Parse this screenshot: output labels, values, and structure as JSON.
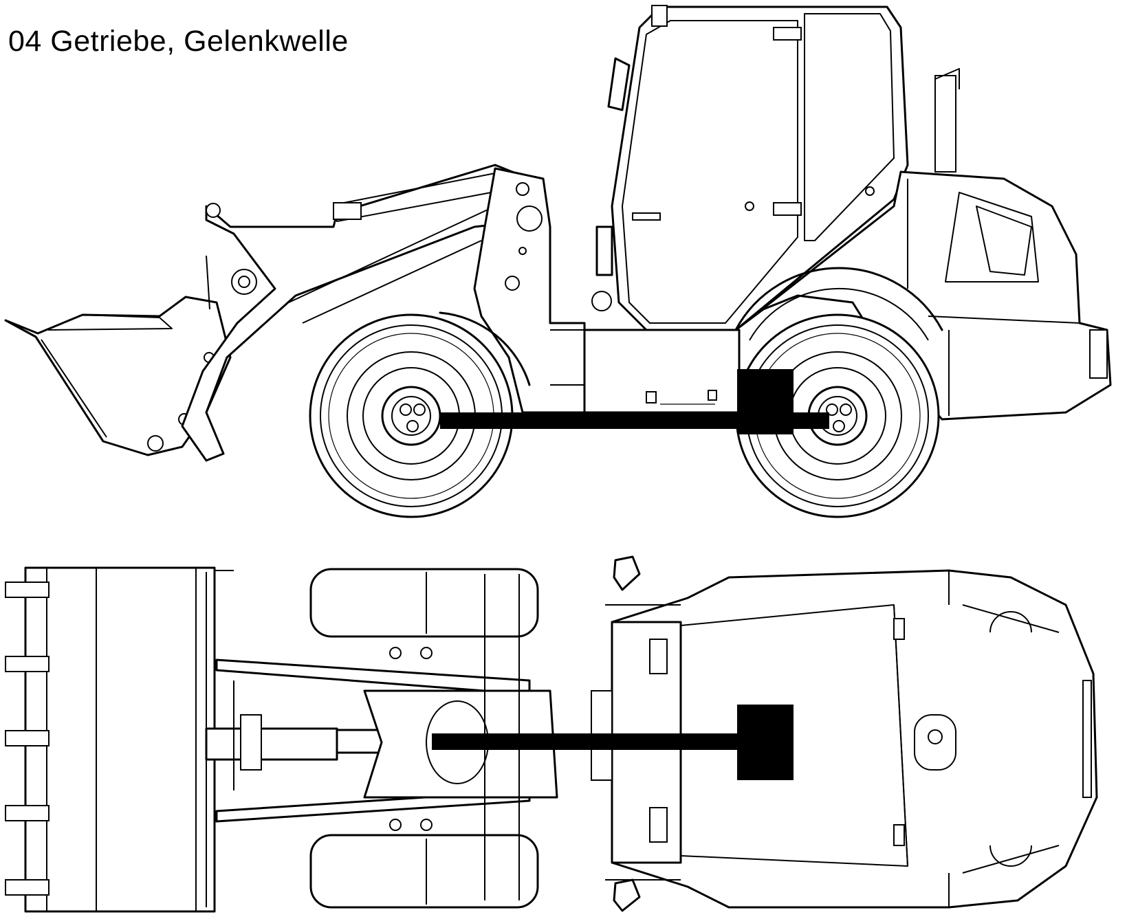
{
  "title": "04 Getriebe, Gelenkwelle",
  "colors": {
    "line": "#000000",
    "highlight": "#000000",
    "background": "#ffffff"
  },
  "views": [
    {
      "name": "side-view",
      "highlighted_parts": [
        "gearbox",
        "propeller-shaft"
      ]
    },
    {
      "name": "top-view",
      "highlighted_parts": [
        "gearbox",
        "propeller-shaft"
      ]
    }
  ]
}
